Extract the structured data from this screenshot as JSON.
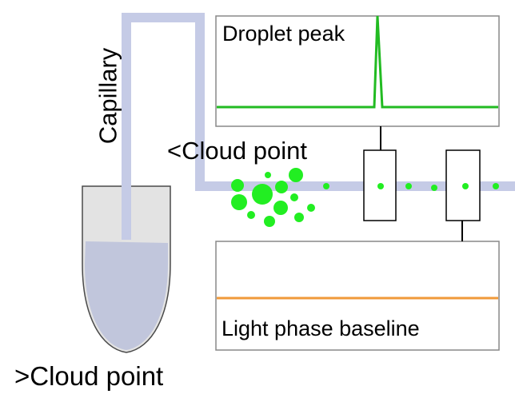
{
  "labels": {
    "droplet_peak": "Droplet peak",
    "light_phase_baseline": "Light phase baseline",
    "below_cloud_point": "<Cloud point",
    "above_cloud_point": ">Cloud point",
    "capillary": "Capillary"
  },
  "colors": {
    "capillary": "#c5cbe6",
    "liquid": "#c1c6dc",
    "tube_fill": "#e3e3e3",
    "droplet": "#22ee22",
    "signal_peak": "#22bb22",
    "baseline": "#f09a3a",
    "panel_border": "#888888"
  }
}
